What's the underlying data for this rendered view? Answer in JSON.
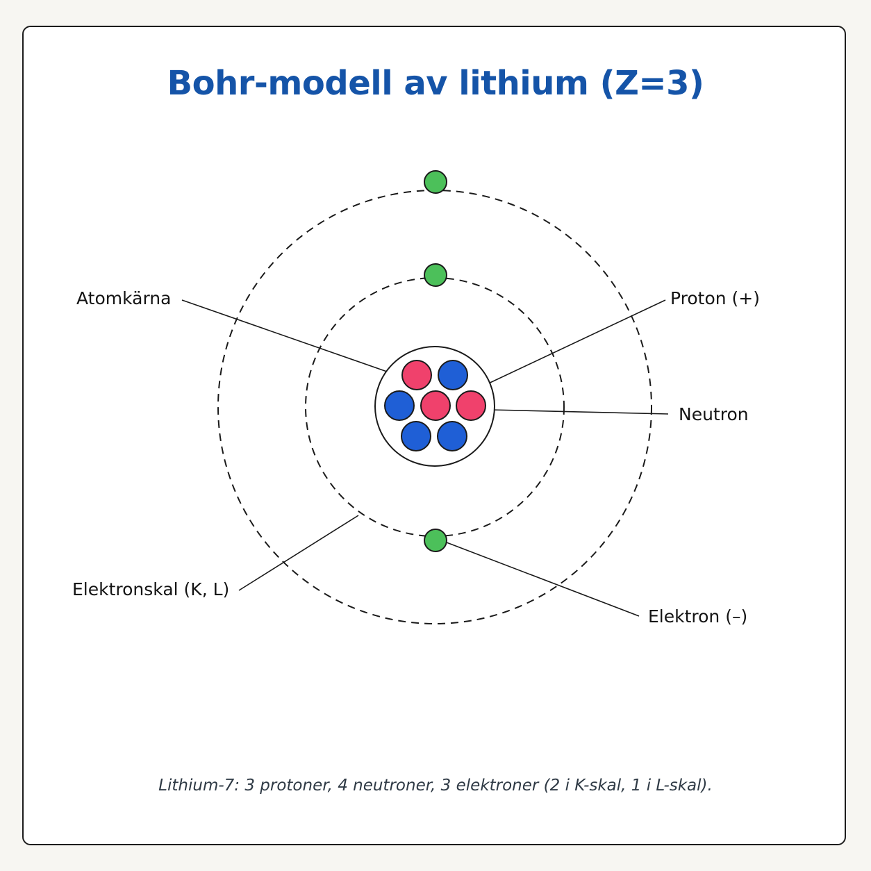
{
  "title": "Bohr-modell av lithium (Z=3)",
  "labels": {
    "nucleus": "Atomkärna",
    "proton": "Proton (+)",
    "neutron": "Neutron",
    "shells": "Elektronskal (K, L)",
    "electron": "Elektron (–)"
  },
  "caption": "Lithium-7: 3 protoner, 4 neutroner, 3 elektroner (2 i K-skal, 1 i L-skal).",
  "colors": {
    "title": "#1554a8",
    "proton": "#f0416c",
    "neutron": "#1f5fd6",
    "electron": "#4cc05a"
  },
  "nucleus": {
    "protons": 3,
    "neutrons": 4
  },
  "shells": [
    {
      "name": "K",
      "electrons": 2
    },
    {
      "name": "L",
      "electrons": 1
    }
  ]
}
